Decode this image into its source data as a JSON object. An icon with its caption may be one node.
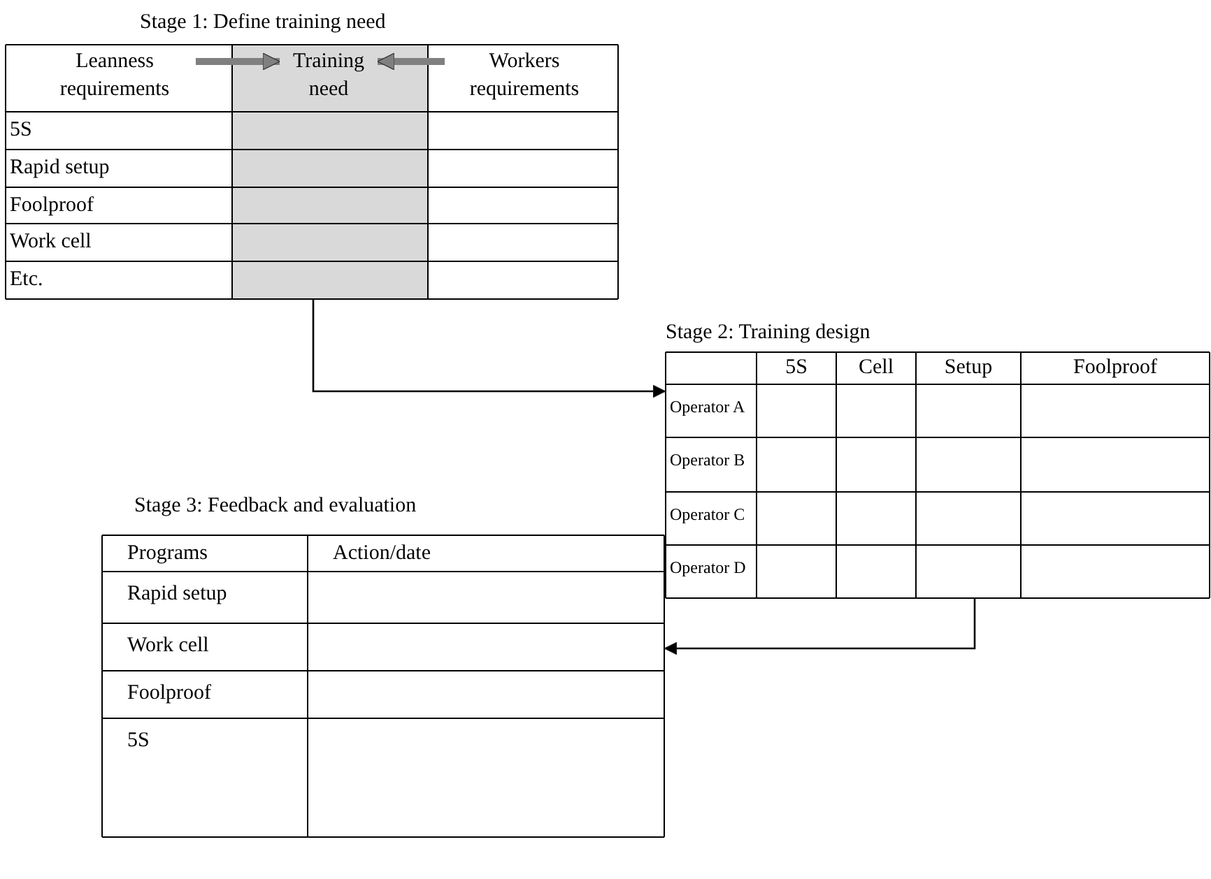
{
  "diagram": {
    "nodes": [
      {
        "text": [
          "Stage 1: Define training need"
        ]
      },
      {
        "text": [
          "Leanness requirements"
        ],
        "in": 0
      },
      {
        "text": [
          "Training need"
        ],
        "in": 0
      },
      {
        "text": [
          "Workers requirements"
        ],
        "in": 0
      },
      {
        "text": [
          "Stage 2: Training design"
        ]
      },
      {
        "text": [
          "Stage 3: Feedback and evaluation"
        ]
      }
    ],
    "edges": [
      {
        "from": 1,
        "to": 2,
        "arrow": "to",
        "style": "thick",
        "color": "#808080"
      },
      {
        "from": 3,
        "to": 2,
        "arrow": "to",
        "style": "thick",
        "color": "#808080"
      },
      {
        "from": 0,
        "to": 4,
        "arrow": "to",
        "color": "#000000"
      },
      {
        "from": 4,
        "to": 5,
        "arrow": "to",
        "color": "#000000"
      }
    ],
    "labels": [
      "5S",
      "Rapid setup",
      "Foolproof",
      "Work cell",
      "Etc.",
      "5S",
      "Cell",
      "Setup",
      "Foolproof",
      "Operator A",
      "Operator B",
      "Operator C",
      "Operator D",
      "Programs",
      "Action/date",
      "Rapid setup",
      "Work cell",
      "Foolproof",
      "5S"
    ]
  }
}
